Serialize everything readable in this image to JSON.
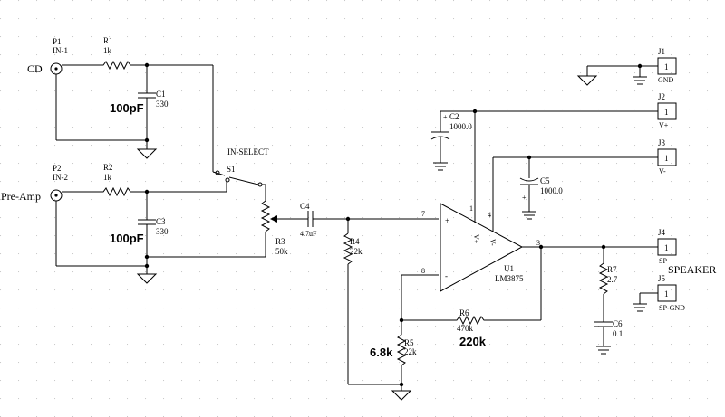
{
  "colors": {
    "wire": "#000000",
    "grid": "#c8c8c8",
    "background": "#ffffff"
  },
  "sources": {
    "cd": "CD",
    "preamp": "Pre-Amp"
  },
  "components": {
    "p1": {
      "ref": "P1",
      "name": "IN-1"
    },
    "p2": {
      "ref": "P2",
      "name": "IN-2"
    },
    "r1": {
      "ref": "R1",
      "value": "1k"
    },
    "r2": {
      "ref": "R2",
      "value": "1k"
    },
    "c1": {
      "ref": "C1",
      "value": "330"
    },
    "c3": {
      "ref": "C3",
      "value": "330"
    },
    "s1": {
      "ref": "S1",
      "name": "IN-SELECT"
    },
    "r3": {
      "ref": "R3",
      "value": "50k"
    },
    "c4": {
      "ref": "C4",
      "value": "4.7uF"
    },
    "r4": {
      "ref": "R4",
      "value": "22k"
    },
    "r5": {
      "ref": "R5",
      "value": "22k"
    },
    "r6": {
      "ref": "R6",
      "value": "470k"
    },
    "r7": {
      "ref": "R7",
      "value": "2.7"
    },
    "c2": {
      "ref": "C2",
      "value": "1000.0"
    },
    "c5": {
      "ref": "C5",
      "value": "1000.0"
    },
    "c6": {
      "ref": "C6",
      "value": "0.1"
    },
    "u1": {
      "ref": "U1",
      "value": "LM3875"
    },
    "j1": {
      "ref": "J1",
      "pin": "1",
      "name": "GND"
    },
    "j2": {
      "ref": "J2",
      "pin": "1",
      "name": "V+"
    },
    "j3": {
      "ref": "J3",
      "pin": "1",
      "name": "V-"
    },
    "j4": {
      "ref": "J4",
      "pin": "1",
      "name": "SP"
    },
    "j5": {
      "ref": "J5",
      "pin": "1",
      "name": "SP-GND"
    }
  },
  "pins": {
    "in_plus": "7",
    "in_minus": "8",
    "out": "3",
    "vplus": "1",
    "vminus": "4",
    "plus": "+",
    "minus": "-",
    "vplus_label": "V+",
    "vminus_label": "V-",
    "cap_plus": "+"
  },
  "annotations": {
    "c1_note": "100pF",
    "c3_note": "100pF",
    "r5_note": "6.8k",
    "r6_note": "220k",
    "speaker": "SPEAKER"
  }
}
